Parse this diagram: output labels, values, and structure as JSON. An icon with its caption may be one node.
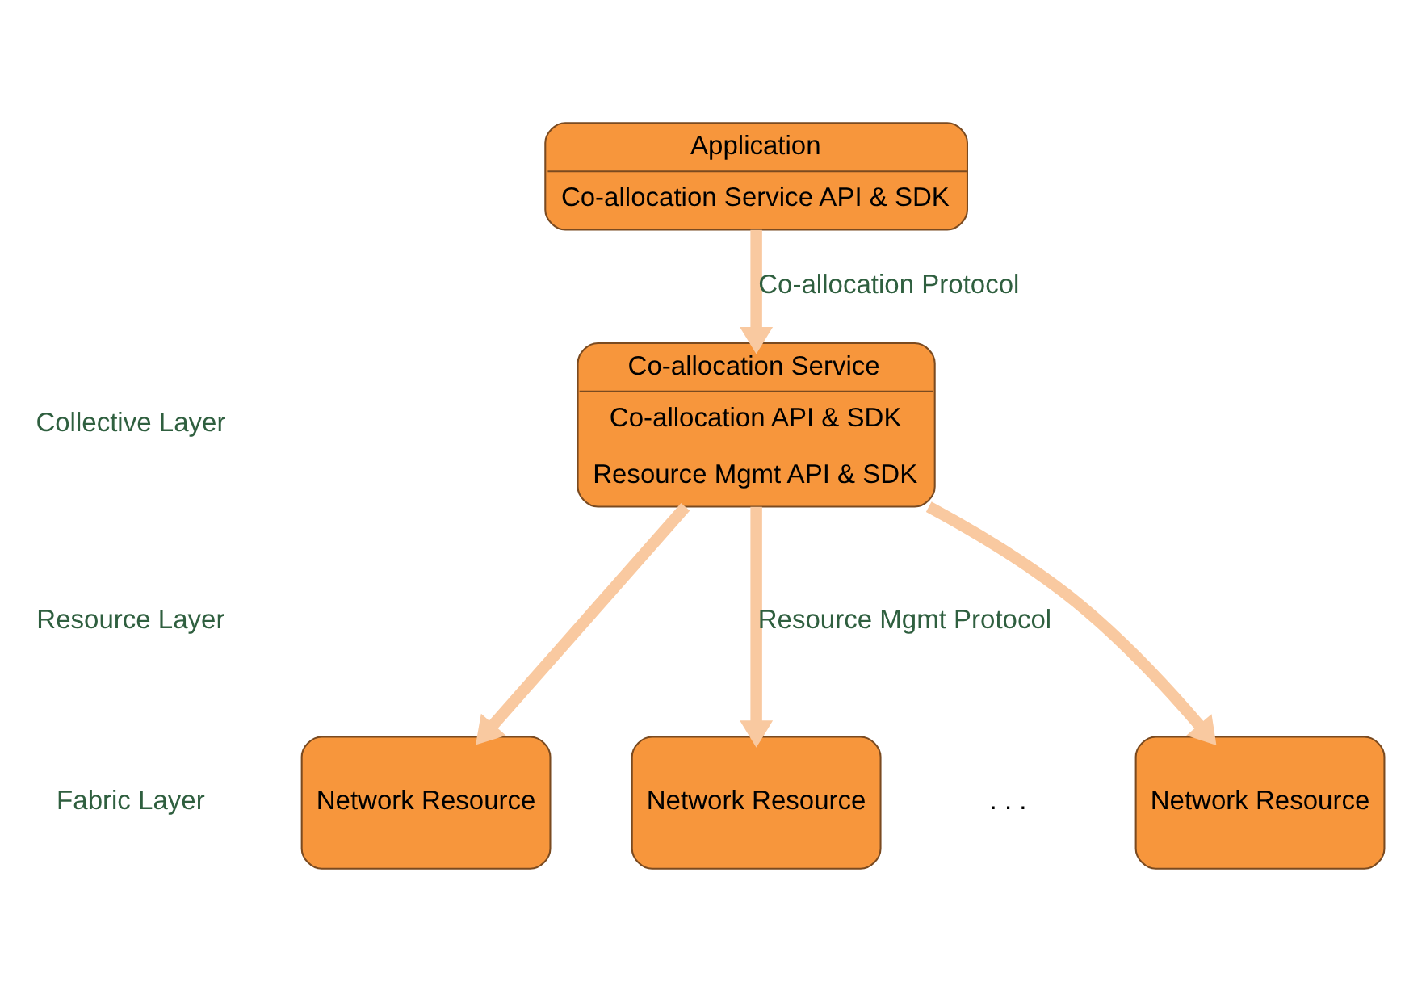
{
  "diagram": {
    "nodes": [
      {
        "text": [
          "Application",
          "Co-allocation Service API & SDK"
        ]
      },
      {
        "text": [
          "Co-allocation Service",
          "Co-allocation API & SDK",
          "Resource Mgmt API & SDK"
        ]
      },
      {
        "text": [
          "Network Resource"
        ]
      },
      {
        "text": [
          "Network Resource"
        ]
      },
      {
        "text": [
          "Network Resource"
        ]
      }
    ],
    "edges": [
      {
        "from": 0,
        "to": 1,
        "arrow": "to",
        "label": "Co-allocation Protocol"
      },
      {
        "from": 1,
        "to": 2,
        "arrow": "to"
      },
      {
        "from": 1,
        "to": 3,
        "arrow": "to",
        "label": "Resource Mgmt Protocol"
      },
      {
        "from": 1,
        "to": 4,
        "arrow": "to"
      }
    ],
    "labels": [
      "Collective Layer",
      "Resource Layer",
      "Fabric Layer",
      ". . ."
    ]
  }
}
